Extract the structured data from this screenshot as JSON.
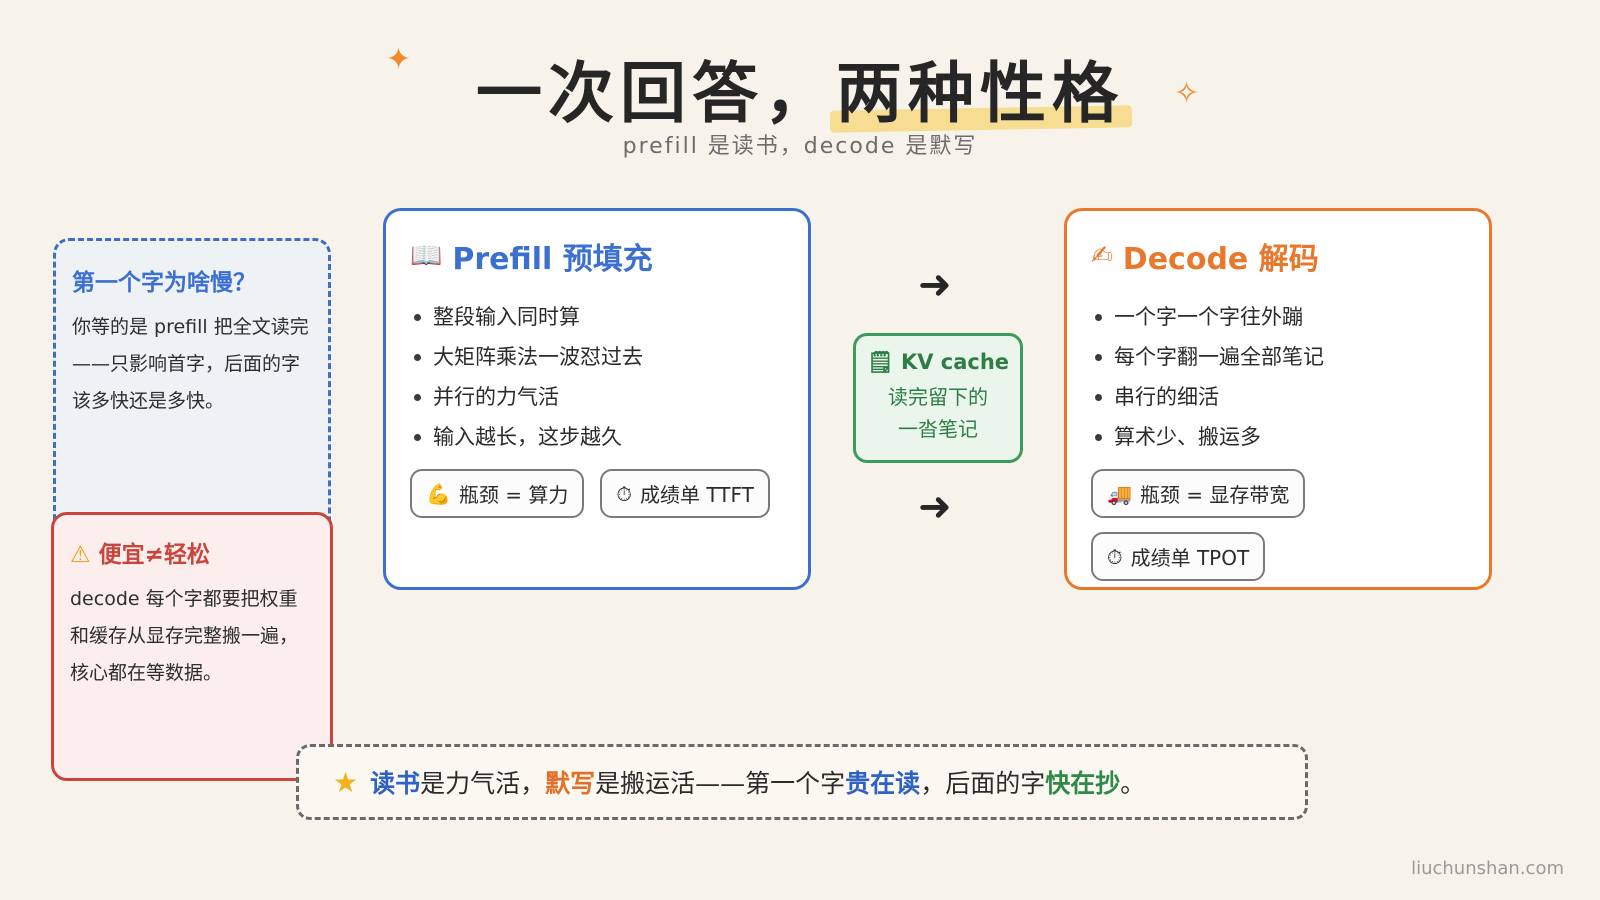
{
  "title": {
    "part1": "一次回答，",
    "part2": "两种性格"
  },
  "subtitle": "prefill 是读书，decode 是默写",
  "sparkles": {
    "left": "✦",
    "right": "✧"
  },
  "side_why": {
    "title": "第一个字为啥慢？",
    "body": "你等的是 prefill 把全文读完——只影响首字，后面的字该多快还是多快。"
  },
  "side_cheap": {
    "icon": "⚠",
    "title": "便宜≠轻松",
    "body": "decode 每个字都要把权重和缓存从显存完整搬一遍，核心都在等数据。"
  },
  "prefill": {
    "icon": "📖",
    "title": "Prefill 预填充",
    "bullets": [
      "整段输入同时算",
      "大矩阵乘法一波怼过去",
      "并行的力气活",
      "输入越长，这步越久"
    ],
    "chips": [
      {
        "icon": "💪",
        "label": "瓶颈 = 算力"
      },
      {
        "icon": "⏱",
        "label": "成绩单 TTFT"
      }
    ]
  },
  "decode": {
    "icon": "✍",
    "title": "Decode 解码",
    "bullets": [
      "一个字一个字往外蹦",
      "每个字翻一遍全部笔记",
      "串行的细活",
      "算术少、搬运多"
    ],
    "chips": [
      {
        "icon": "🚚",
        "label": "瓶颈 = 显存带宽"
      },
      {
        "icon": "⏱",
        "label": "成绩单 TPOT"
      }
    ]
  },
  "kv_cache": {
    "icon": "🗒",
    "title": "KV cache",
    "desc_line1": "读完留下的",
    "desc_line2": "一沓笔记"
  },
  "arrows": {
    "top": "➜",
    "bottom": "➜"
  },
  "summary": {
    "star": "★",
    "s1": "读书",
    "s2": "是力气活，",
    "s3": "默写",
    "s4": "是搬运活——第一个字",
    "s5": "贵在读",
    "s6": "，后面的字",
    "s7": "快在抄",
    "s8": "。"
  },
  "credit": "liuchunshan.com",
  "colors": {
    "blue": "#3b6fd0",
    "orange": "#e8782c",
    "green": "#3e9a5a",
    "red": "#c9453b",
    "highlight": "#f6dd92"
  }
}
